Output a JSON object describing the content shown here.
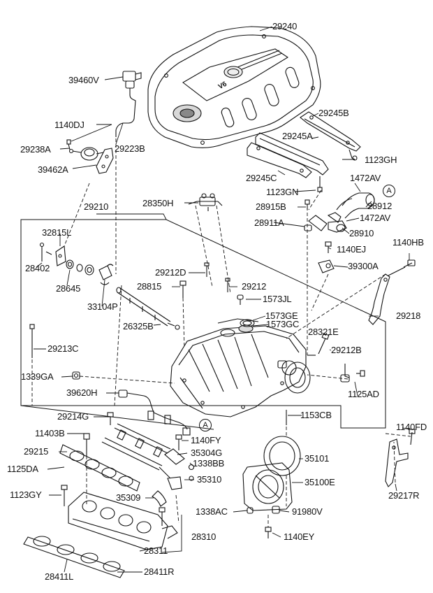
{
  "labels": {
    "p29240": "29240",
    "p39460V": "39460V",
    "p1140DJ": "1140DJ",
    "p29238A": "29238A",
    "p29223B": "29223B",
    "p39462A": "39462A",
    "p29245B": "29245B",
    "p29245A": "29245A",
    "p1123GH": "1123GH",
    "p29245C": "29245C",
    "p1472AV_top": "1472AV",
    "p1123GN": "1123GN",
    "p28350H": "28350H",
    "p28915B": "28915B",
    "p28912": "28912",
    "p29210": "29210",
    "p28911A": "28911A",
    "p1472AV_mid": "1472AV",
    "p32815L": "32815L",
    "p28910": "28910",
    "p1140EJ": "1140EJ",
    "p1140HB": "1140HB",
    "p28402": "28402",
    "p39300A": "39300A",
    "p28645": "28645",
    "p29212D": "29212D",
    "p28815": "28815",
    "p29212": "29212",
    "p33104P": "33104P",
    "p1573JL": "1573JL",
    "p29218": "29218",
    "p1573GE": "1573GE",
    "p1573GC": "1573GC",
    "p26325B": "26325B",
    "p28321E": "28321E",
    "p29213C": "29213C",
    "p29212B": "29212B",
    "p1339GA": "1339GA",
    "p39620H": "39620H",
    "p1125AD": "1125AD",
    "p29214G": "29214G",
    "p1153CB": "1153CB",
    "p11403B": "11403B",
    "p1140FY": "1140FY",
    "p1140FD": "1140FD",
    "p29215": "29215",
    "p35304G": "35304G",
    "p35101": "35101",
    "p1338BB": "1338BB",
    "p1125DA": "1125DA",
    "p35310": "35310",
    "p35100E": "35100E",
    "p29217R": "29217R",
    "p1123GY": "1123GY",
    "p35309": "35309",
    "p1338AC": "1338AC",
    "p91980V": "91980V",
    "p28310": "28310",
    "p1140EY": "1140EY",
    "p28311": "28311",
    "p28411L": "28411L",
    "p28411R": "28411R"
  },
  "markers": {
    "ref_a_top": "A",
    "ref_a_mid": "A"
  },
  "cover_badge": "V6"
}
